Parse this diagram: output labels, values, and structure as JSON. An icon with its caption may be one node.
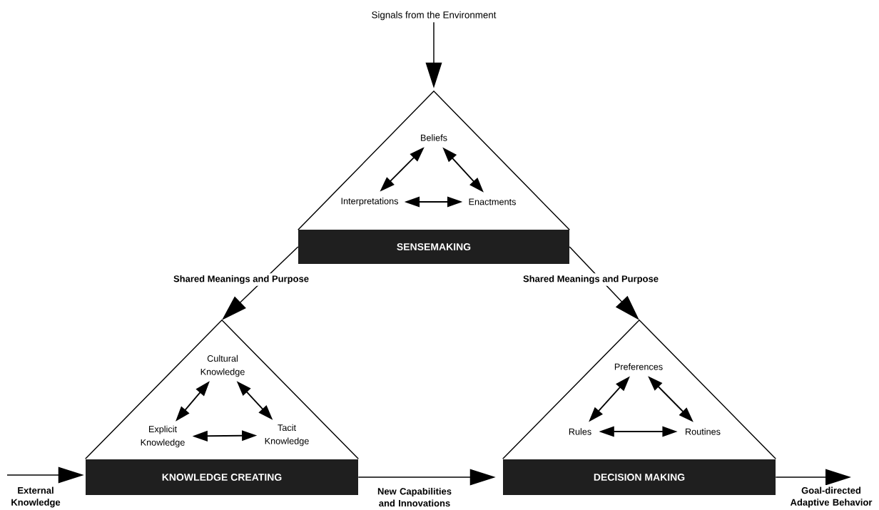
{
  "diagram": {
    "nodes": [
      {
        "text": [
          "Signals from the Environment"
        ]
      },
      {
        "text": [],
        "shape": "triangle"
      },
      {
        "text": [
          "Beliefs"
        ],
        "in": 1
      },
      {
        "text": [
          "Interpretations"
        ],
        "in": 1
      },
      {
        "text": [
          "Enactments"
        ],
        "in": 1
      },
      {
        "text": [
          "SENSEMAKING"
        ]
      },
      {
        "text": [],
        "shape": "triangle"
      },
      {
        "text": [
          "Cultural Knowledge"
        ],
        "in": 6
      },
      {
        "text": [
          "Explicit Knowledge"
        ],
        "in": 6
      },
      {
        "text": [
          "Tacit Knowledge"
        ],
        "in": 6
      },
      {
        "text": [
          "KNOWLEDGE CREATING"
        ]
      },
      {
        "text": [],
        "shape": "triangle"
      },
      {
        "text": [
          "Preferences"
        ],
        "in": 11
      },
      {
        "text": [
          "Rules"
        ],
        "in": 11
      },
      {
        "text": [
          "Routines"
        ],
        "in": 11
      },
      {
        "text": [
          "DECISION MAKING"
        ]
      }
    ],
    "edges": [
      {
        "from": 0,
        "to": 1,
        "arrow": "to"
      },
      {
        "from": 2,
        "to": 3,
        "arrow": "both"
      },
      {
        "from": 2,
        "to": 4,
        "arrow": "both"
      },
      {
        "from": 3,
        "to": 4,
        "arrow": "both"
      },
      {
        "from": 5,
        "to": 6,
        "arrow": "to",
        "label": "Shared Meanings and Purpose"
      },
      {
        "from": 5,
        "to": 11,
        "arrow": "to",
        "label": "Shared Meanings and Purpose"
      },
      {
        "from": 7,
        "to": 8,
        "arrow": "both"
      },
      {
        "from": 7,
        "to": 9,
        "arrow": "both"
      },
      {
        "from": 8,
        "to": 9,
        "arrow": "both"
      },
      {
        "from": 12,
        "to": 13,
        "arrow": "both"
      },
      {
        "from": 12,
        "to": 14,
        "arrow": "both"
      },
      {
        "from": 13,
        "to": 14,
        "arrow": "both"
      },
      {
        "from": null,
        "to": 10,
        "arrow": "to",
        "label": "External Knowledge"
      },
      {
        "from": 10,
        "to": 15,
        "arrow": "to",
        "label": "New Capabilities and Innovations"
      },
      {
        "from": 15,
        "to": null,
        "arrow": "to",
        "label": "Goal-directed Adaptive Behavior"
      }
    ]
  }
}
